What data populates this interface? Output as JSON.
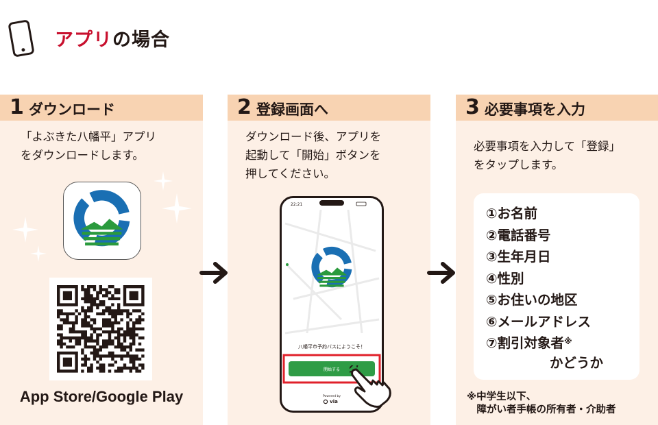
{
  "header": {
    "icon": "smartphone-icon",
    "title_accent": "アプリ",
    "title_rest": "の場合"
  },
  "colors": {
    "accent_red": "#c8102e",
    "panel_bg": "#fdf0e6",
    "panel_head_bg": "#f8d3b2",
    "button_green": "#2f9c46",
    "highlight_red": "#e0202a",
    "logo_blue": "#1a6fb3",
    "logo_green": "#2a9a3d"
  },
  "steps": [
    {
      "number": "1",
      "label": "ダウンロード",
      "description": "「よぶきた八幡平」アプリ\nをダウンロードします。",
      "store_text": "App Store/Google Play"
    },
    {
      "number": "2",
      "label": "登録画面へ",
      "description": "ダウンロード後、アプリを\n起動して「開始」ボタンを\n押してください。",
      "phone": {
        "time": "22:21",
        "welcome": "八幡平市予約バスにようこそ！",
        "start_button": "開始する",
        "powered_by": "Powered by",
        "brand": "via"
      }
    },
    {
      "number": "3",
      "label": "必要事項を入力",
      "description": "必要事項を入力して「登録」\nをタップします。",
      "items": [
        "①お名前",
        "②電話番号",
        "③生年月日",
        "④性別",
        "⑤お住いの地区",
        "⑥メールアドレス",
        "⑦割引対象者"
      ],
      "item_7_mark": "※",
      "item_7_cont": "かどうか",
      "note": "※中学生以下、\n　障がい者手帳の所有者・介助者"
    }
  ]
}
